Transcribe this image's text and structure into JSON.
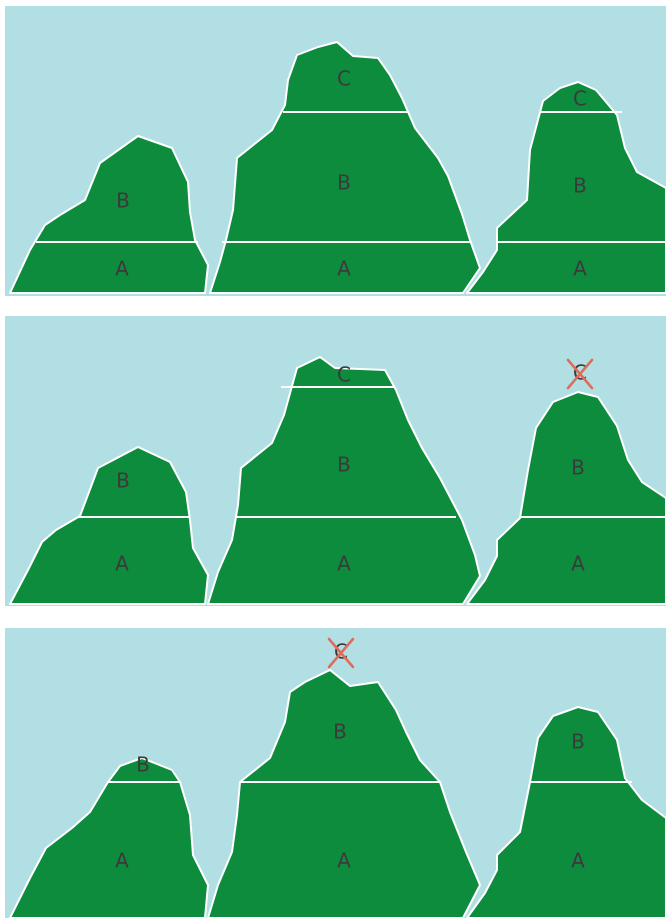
{
  "colors": {
    "sky": "#b1dfe4",
    "mountain": "#0e8c3e",
    "outline": "#ffffff",
    "label": "#3a3a3a",
    "strike": "#e06a5a",
    "background": "#ffffff"
  },
  "panels": [
    {
      "mountains": [
        {
          "layers": [
            "A",
            "B"
          ],
          "removed": []
        },
        {
          "layers": [
            "A",
            "B",
            "C"
          ],
          "removed": []
        },
        {
          "layers": [
            "A",
            "B",
            "C"
          ],
          "removed": []
        }
      ]
    },
    {
      "mountains": [
        {
          "layers": [
            "A",
            "B"
          ],
          "removed": []
        },
        {
          "layers": [
            "A",
            "B",
            "C"
          ],
          "removed": []
        },
        {
          "layers": [
            "A",
            "B"
          ],
          "removed": [
            "C"
          ]
        }
      ]
    },
    {
      "mountains": [
        {
          "layers": [
            "A",
            "B"
          ],
          "removed": []
        },
        {
          "layers": [
            "A",
            "B"
          ],
          "removed": [
            "C"
          ]
        },
        {
          "layers": [
            "A",
            "B"
          ],
          "removed": []
        }
      ]
    }
  ]
}
